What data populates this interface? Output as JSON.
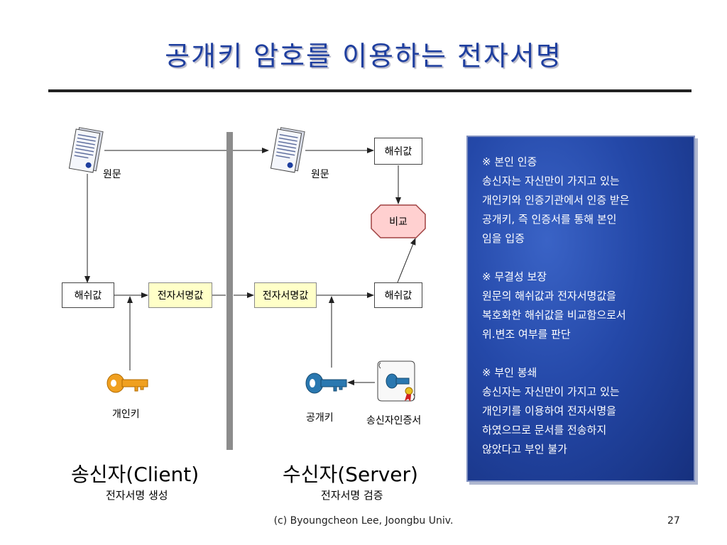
{
  "title": "공개키 암호를 이용하는 전자서명",
  "client": {
    "document_label": "원문",
    "hash_label": "해쉬값",
    "signature_label": "전자서명값",
    "key_label": "개인키",
    "name": "송신자(Client)",
    "sub": "전자서명 생성"
  },
  "server": {
    "document_label": "원문",
    "signature_label": "전자서명값",
    "hash_top_label": "해쉬값",
    "compare_label": "비교",
    "hash_bottom_label": "해쉬값",
    "key_label": "공개키",
    "cert_label": "송신자인증서",
    "name": "수신자(Server)",
    "sub": "전자서명 검증"
  },
  "panel": {
    "paragraphs": [
      "※ 본인 인증\n송신자는 자신만이 가지고 있는\n개인키와 인증기관에서 인증 받은\n공개키, 즉 인증서를 통해 본인\n임을 입증",
      "※ 무결성 보장\n원문의 해쉬값과 전자서명값을\n복호화한 해쉬값을 비교함으로서\n위.변조 여부를 판단",
      "※ 부인 봉쇄\n송신자는 자신만이 가지고 있는\n개인키를 이용하여 전자서명을\n하였으므로 문서를 전송하지\n않았다고 부인 불가"
    ]
  },
  "footer": "(c) Byoungcheon Lee, Joongbu Univ.",
  "page_number": "27",
  "colors": {
    "title": "#1f3f9f",
    "signature_box": "#ffffc8",
    "compare_fill": "#ffd0d0",
    "private_key": "#f0a020",
    "public_key": "#2a78b0",
    "panel_bg": "#2448a8"
  }
}
